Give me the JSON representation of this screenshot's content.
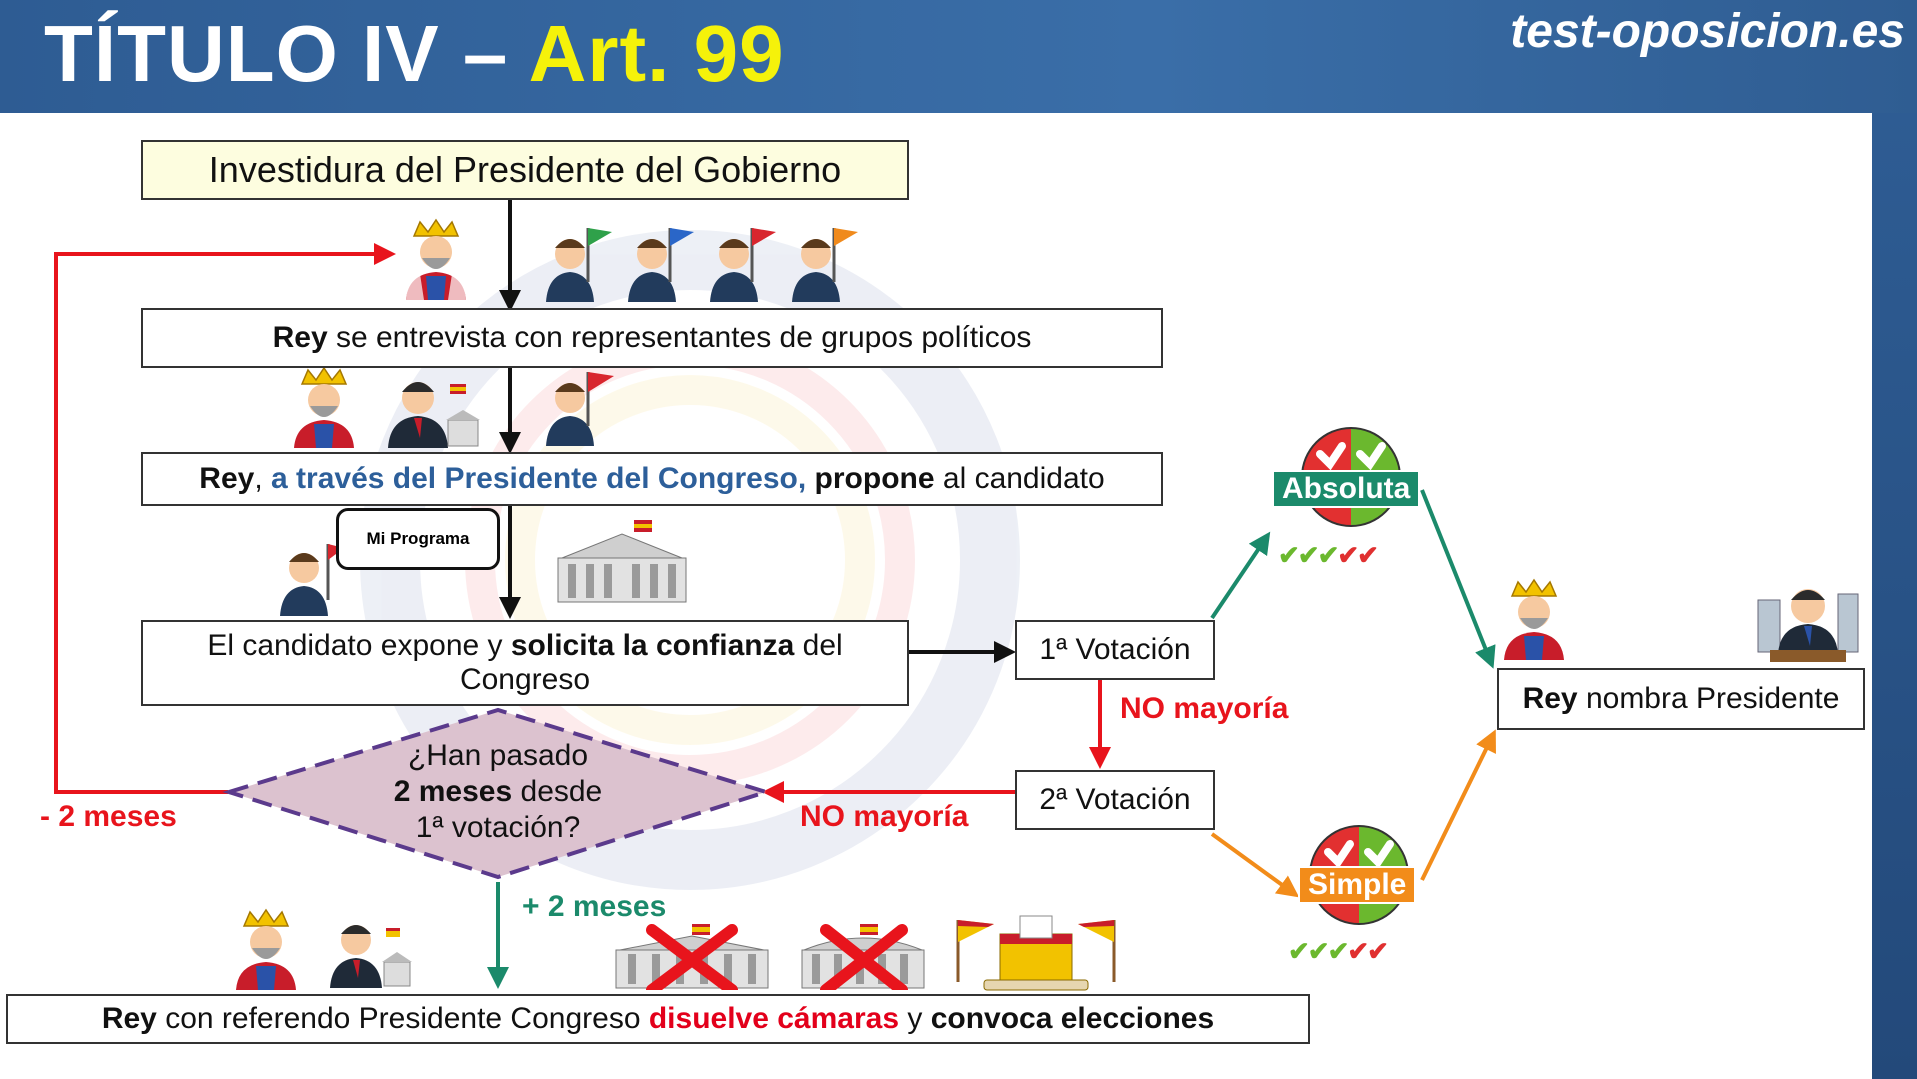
{
  "header": {
    "title_prefix": "TÍTULO IV – ",
    "title_art": "Art. 99",
    "site": "test-oposicion.es"
  },
  "flow": {
    "start": "Investidura del Presidente del Gobierno",
    "step1": {
      "bold": "Rey",
      "rest": " se entrevista con representantes de grupos políticos"
    },
    "step2": {
      "bold1": "Rey",
      "sep": ", ",
      "blue": "a través del Presidente del Congreso,",
      "bold2": " propone",
      "rest": " al candidato"
    },
    "bubble": "Mi Programa",
    "step3": {
      "pre": "El candidato expone y ",
      "bold": "solicita la confianza",
      "post": " del Congreso"
    },
    "vote1": "1ª Votación",
    "vote2": "2ª Votación",
    "no_majority_1": "NO mayoría",
    "no_majority_2": "NO mayoría",
    "decision": {
      "line1": "¿Han pasado",
      "bold": "2 meses",
      "line2_rest": " desde",
      "line3": "1ª votación?"
    },
    "less_2_months": "- 2 meses",
    "plus_2_months": "+ 2 meses",
    "final": {
      "bold1": "Rey",
      "mid": " con referendo Presidente Congreso ",
      "red": "disuelve cámaras",
      "and": " y ",
      "bold2": "convoca elecciones"
    },
    "majority_absolute": "Absoluta",
    "majority_simple": "Simple",
    "result": {
      "bold": "Rey",
      "rest": " nombra Presidente"
    }
  },
  "colors": {
    "header_bg": "#2e5c93",
    "title_accent": "#f5f20a",
    "red_flow": "#e8141c",
    "green_flow": "#1b8a6b",
    "orange_flow": "#f28c1a",
    "decision_fill": "#dcc2cf",
    "decision_border": "#5b3a8c",
    "start_fill": "#fdfddf"
  },
  "icons": [
    "king-icon",
    "politician-flag-icon",
    "president-congress-icon",
    "congress-building-icon",
    "ballot-box-icon",
    "vote-circle-icon",
    "check-icon",
    "cross-icon"
  ]
}
